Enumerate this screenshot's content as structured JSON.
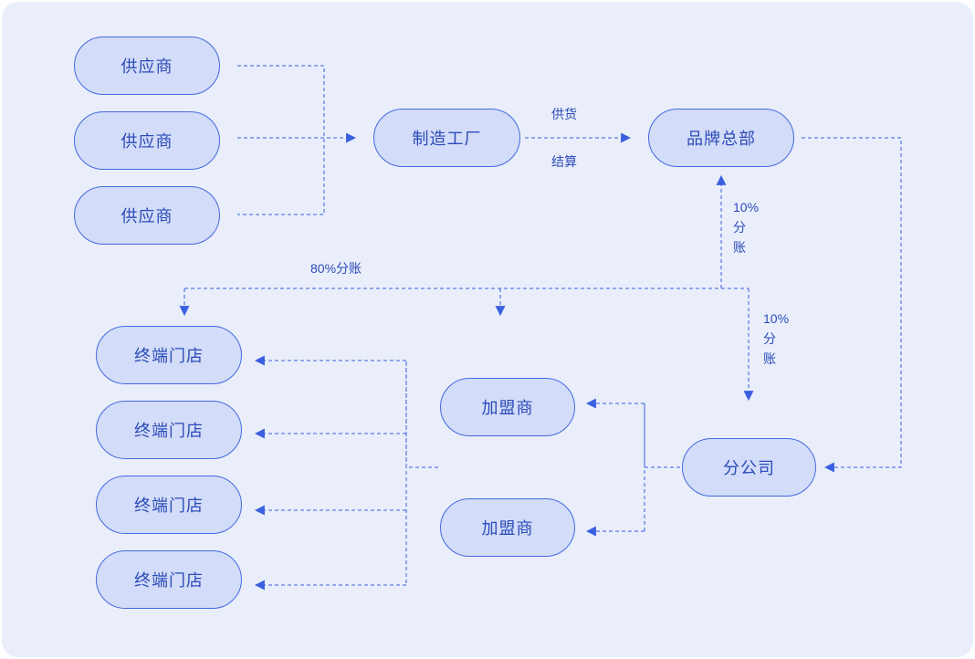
{
  "nodes": {
    "supplier_1": "供应商",
    "supplier_2": "供应商",
    "supplier_3": "供应商",
    "factory": "制造工厂",
    "brand_hq": "品牌总部",
    "store_1": "终端门店",
    "store_2": "终端门店",
    "store_3": "终端门店",
    "store_4": "终端门店",
    "franchisee_1": "加盟商",
    "franchisee_2": "加盟商",
    "branch": "分公司"
  },
  "edge_labels": {
    "supply": "供货",
    "settlement": "结算",
    "split_80": "80%分账",
    "split_10_hq": {
      "pct": "10%",
      "line1": "分",
      "line2": "账"
    },
    "split_10_branch": {
      "pct": "10%",
      "line1": "分",
      "line2": "账"
    }
  },
  "colors": {
    "background": "#e9eefa",
    "node_fill": "#d3dcf8",
    "node_border": "#4569e0",
    "line": "#3a5fe0",
    "text": "#2b4bb8"
  }
}
